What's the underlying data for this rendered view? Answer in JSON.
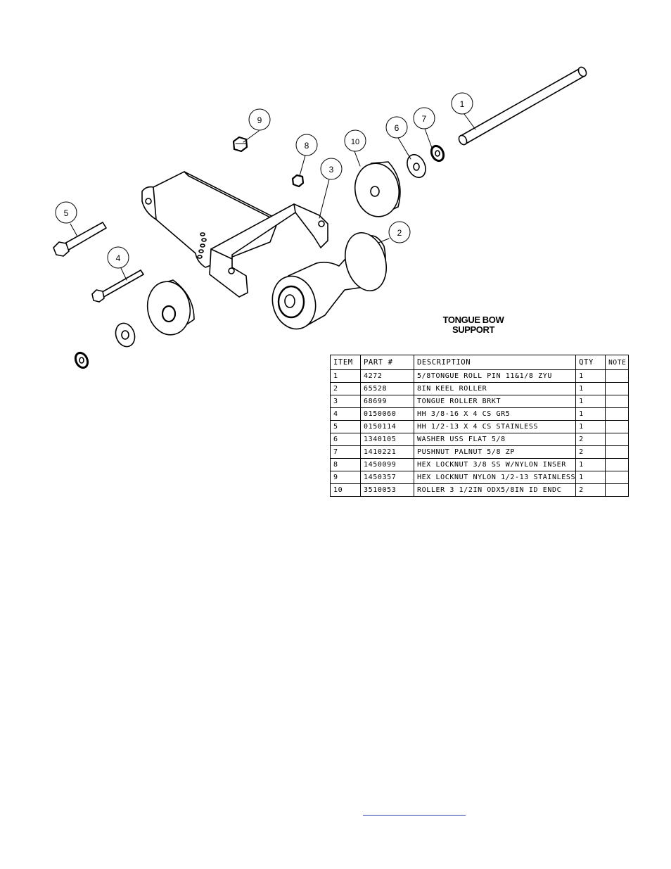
{
  "title": {
    "line1": "TONGUE BOW",
    "line2": "SUPPORT"
  },
  "callouts": [
    "1",
    "2",
    "3",
    "4",
    "5",
    "6",
    "7",
    "8",
    "9",
    "10"
  ],
  "bom": {
    "headers": {
      "item": "ITEM",
      "part": "PART #",
      "description": "DESCRIPTION",
      "qty": "QTY",
      "note": "NOTE"
    },
    "rows": [
      {
        "item": "1",
        "part": "4272",
        "description": "5/8TONGUE ROLL PIN 11&1/8 ZYU",
        "qty": "1",
        "note": ""
      },
      {
        "item": "2",
        "part": "65528",
        "description": "8IN KEEL ROLLER",
        "qty": "1",
        "note": ""
      },
      {
        "item": "3",
        "part": "68699",
        "description": "TONGUE ROLLER BRKT",
        "qty": "1",
        "note": ""
      },
      {
        "item": "4",
        "part": "0150060",
        "description": "HH 3/8-16 X 4 CS GR5",
        "qty": "1",
        "note": ""
      },
      {
        "item": "5",
        "part": "0150114",
        "description": "HH 1/2-13 X 4 CS STAINLESS",
        "qty": "1",
        "note": ""
      },
      {
        "item": "6",
        "part": "1340105",
        "description": "WASHER USS FLAT 5/8",
        "qty": "2",
        "note": ""
      },
      {
        "item": "7",
        "part": "1410221",
        "description": "PUSHNUT PALNUT 5/8 ZP",
        "qty": "2",
        "note": ""
      },
      {
        "item": "8",
        "part": "1450099",
        "description": "HEX LOCKNUT 3/8 SS W/NYLON INSER",
        "qty": "1",
        "note": ""
      },
      {
        "item": "9",
        "part": "1450357",
        "description": "HEX LOCKNUT NYLON 1/2-13 STAINLESS",
        "qty": "1",
        "note": ""
      },
      {
        "item": "10",
        "part": "3510053",
        "description": "ROLLER  3 1/2IN ODX5/8IN ID ENDC",
        "qty": "2",
        "note": ""
      }
    ]
  }
}
